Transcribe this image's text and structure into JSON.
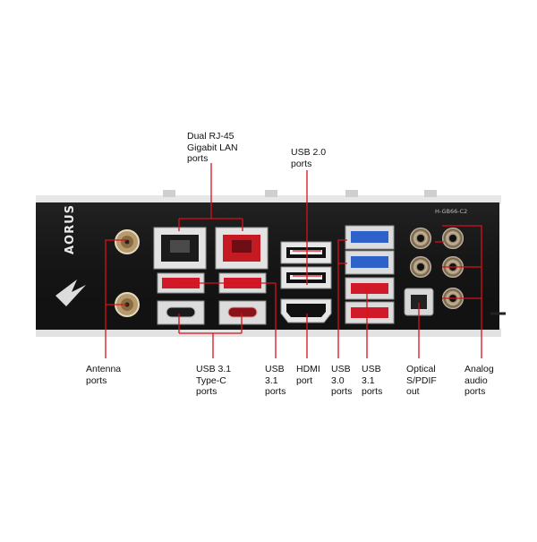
{
  "brand": "AORUS",
  "model_code": "H-GB66-C2",
  "colors": {
    "panel": "#161616",
    "callout": "#d9101a",
    "usb3": "#2f62c8",
    "usb31": "#d01a2a",
    "rj45_red": "#c41a24",
    "chrome": "#d6d6d6"
  },
  "labels": {
    "lan": "Dual RJ-45\nGigabit LAN\nports",
    "usb20": "USB 2.0\nports",
    "antenna": "Antenna\nports",
    "typec": "USB 3.1\nType-C\nports",
    "usb31a": "USB\n3.1\nports",
    "hdmi": "HDMI\nport",
    "usb30": "USB\n3.0\nports",
    "usb31b": "USB\n3.1\nports",
    "optical": "Optical\nS/PDIF\nout",
    "audio": "Analog\naudio\nports"
  }
}
